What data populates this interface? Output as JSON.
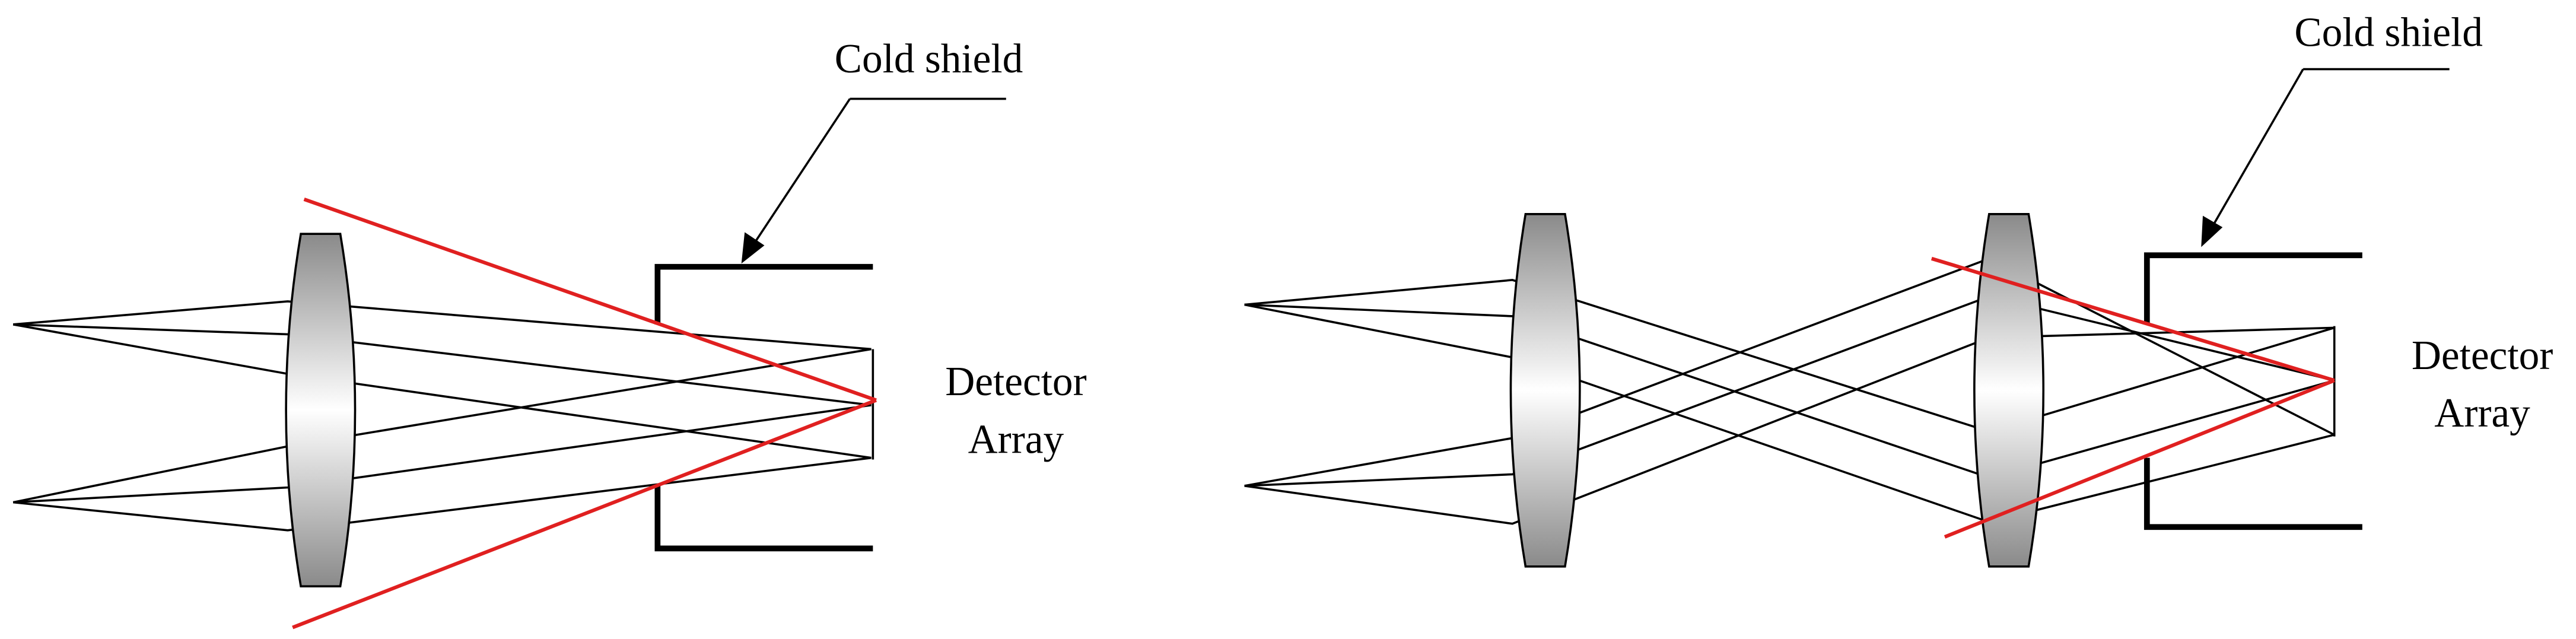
{
  "diagrams": [
    {
      "shield_label": "Cold shield",
      "detector_label_line1": "Detector",
      "detector_label_line2": "Array"
    },
    {
      "shield_label": "Cold shield",
      "detector_label_line1": "Detector",
      "detector_label_line2": "Array"
    }
  ],
  "colors": {
    "ray": "#000000",
    "stray_ray": "#e02020",
    "shield": "#000000",
    "lens_dark": "#8a8a8a",
    "lens_light": "#ffffff"
  }
}
